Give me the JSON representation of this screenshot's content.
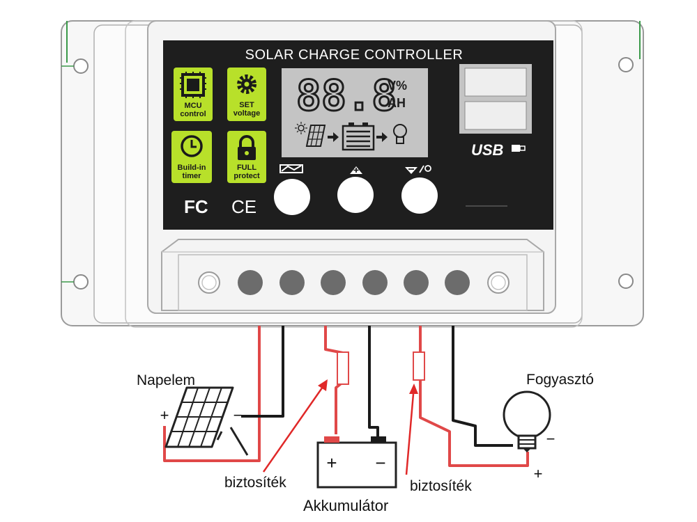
{
  "controller": {
    "title": "SOLAR CHARGE CONTROLLER",
    "badges": [
      {
        "icon": "chip-icon",
        "line1": "MCU",
        "line2": "control"
      },
      {
        "icon": "gear-icon",
        "line1": "SET",
        "line2": "voltage"
      },
      {
        "icon": "clock-icon",
        "line1": "Build-in",
        "line2": "timer"
      },
      {
        "icon": "lock-icon",
        "line1": "FULL",
        "line2": "protect"
      }
    ],
    "cert_fcc": "FC",
    "cert_ce": "CE",
    "display": {
      "digits": "88.8",
      "unit_top": "V%",
      "unit_bottom": "AH"
    },
    "usb_label": "USB",
    "buttons": [
      {
        "icon": "menu-icon"
      },
      {
        "icon": "plus-icon"
      },
      {
        "icon": "minus-load-icon"
      }
    ]
  },
  "labels": {
    "solar_panel": "Napelem",
    "load": "Fogyasztó",
    "battery": "Akkumulátor",
    "fuse_left": "biztosíték",
    "fuse_right": "biztosíték",
    "plus": "+",
    "minus": "−"
  },
  "colors": {
    "positive_wire": "#e04848",
    "negative_wire": "#1a1a1a",
    "badge": "#b8e02a",
    "panel": "#1e1e1e",
    "lcd": "#c4c4c4"
  }
}
